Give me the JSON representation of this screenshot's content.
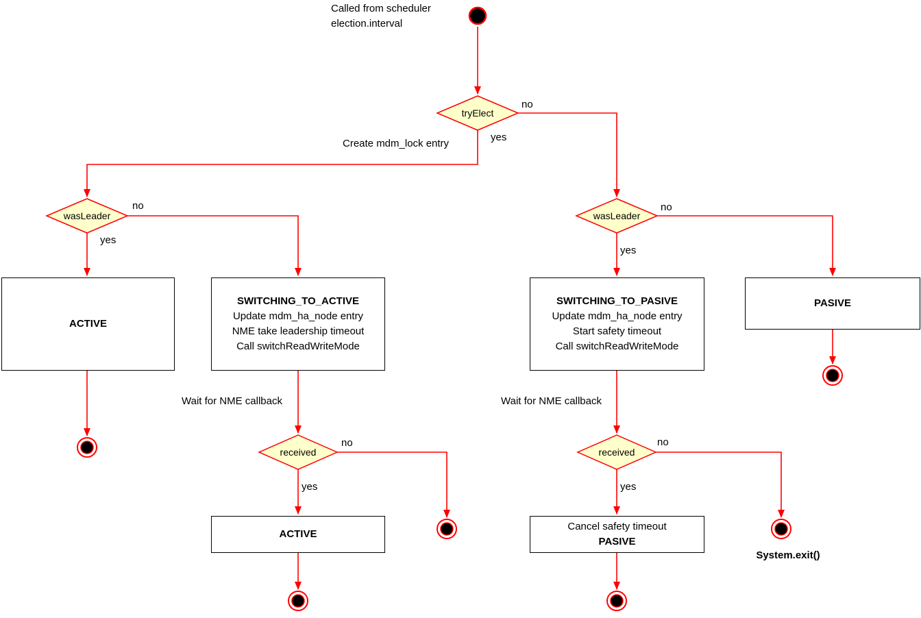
{
  "diagram": {
    "kind": "uml-activity-diagram",
    "colors": {
      "edge": "#ff0000",
      "diamond_fill": "#ffffcc",
      "diamond_border": "#ff0000",
      "node_border": "#000000",
      "node_fill": "#ffffff",
      "terminal_fill": "#000000"
    },
    "start_note": {
      "line1": "Called from scheduler",
      "line2": "election.interval"
    },
    "decisions": {
      "try_elect": "tryElect",
      "was_leader_left": "wasLeader",
      "was_leader_right": "wasLeader",
      "received_left": "received",
      "received_right": "received"
    },
    "edge_labels": {
      "yes": "yes",
      "no": "no",
      "create_lock": "Create mdm_lock entry",
      "wait_nme": "Wait for NME callback",
      "system_exit": "System.exit()"
    },
    "nodes": {
      "active_left": {
        "title": "ACTIVE"
      },
      "switching_to_active": {
        "title": "SWITCHING_TO_ACTIVE",
        "lines": [
          "Update mdm_ha_node entry",
          "NME take leadership timeout",
          "Call switchReadWriteMode"
        ]
      },
      "switching_to_pasive": {
        "title": "SWITCHING_TO_PASIVE",
        "lines": [
          "Update mdm_ha_node entry",
          "Start safety timeout",
          "Call switchReadWriteMode"
        ]
      },
      "pasive_right": {
        "title": "PASIVE"
      },
      "active_bottom": {
        "title": "ACTIVE"
      },
      "cancel_pasive": {
        "line1": "Cancel safety timeout",
        "title": "PASIVE"
      }
    }
  }
}
